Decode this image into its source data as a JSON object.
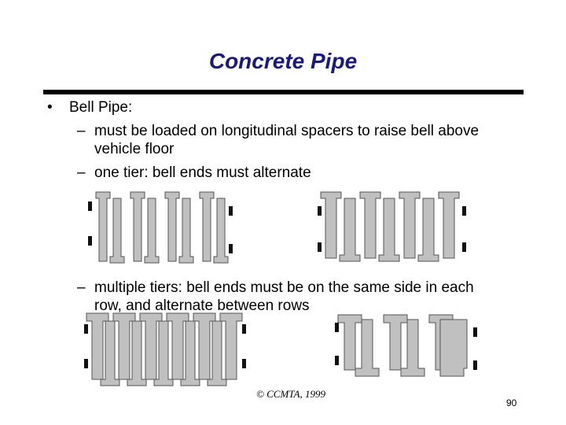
{
  "slide": {
    "title": "Concrete Pipe",
    "bullet_symbol": "•",
    "bullet_text": "Bell Pipe:",
    "dash": "–",
    "sub1_line1": "must be loaded on longitudinal spacers to raise bell above",
    "sub1_line2": "vehicle floor",
    "sub2": "one tier: bell ends must alternate",
    "sub3_line1": "multiple tiers: bell ends must be on the same side in each",
    "sub3_line2": "row, and alternate between rows",
    "footer": "© CCMTA, 1999",
    "page_number": "90"
  },
  "colors": {
    "title": "#1a1a7a",
    "pipe_fill": "#c0c0c0",
    "pipe_stroke": "#555555",
    "spacer": "#111111"
  }
}
